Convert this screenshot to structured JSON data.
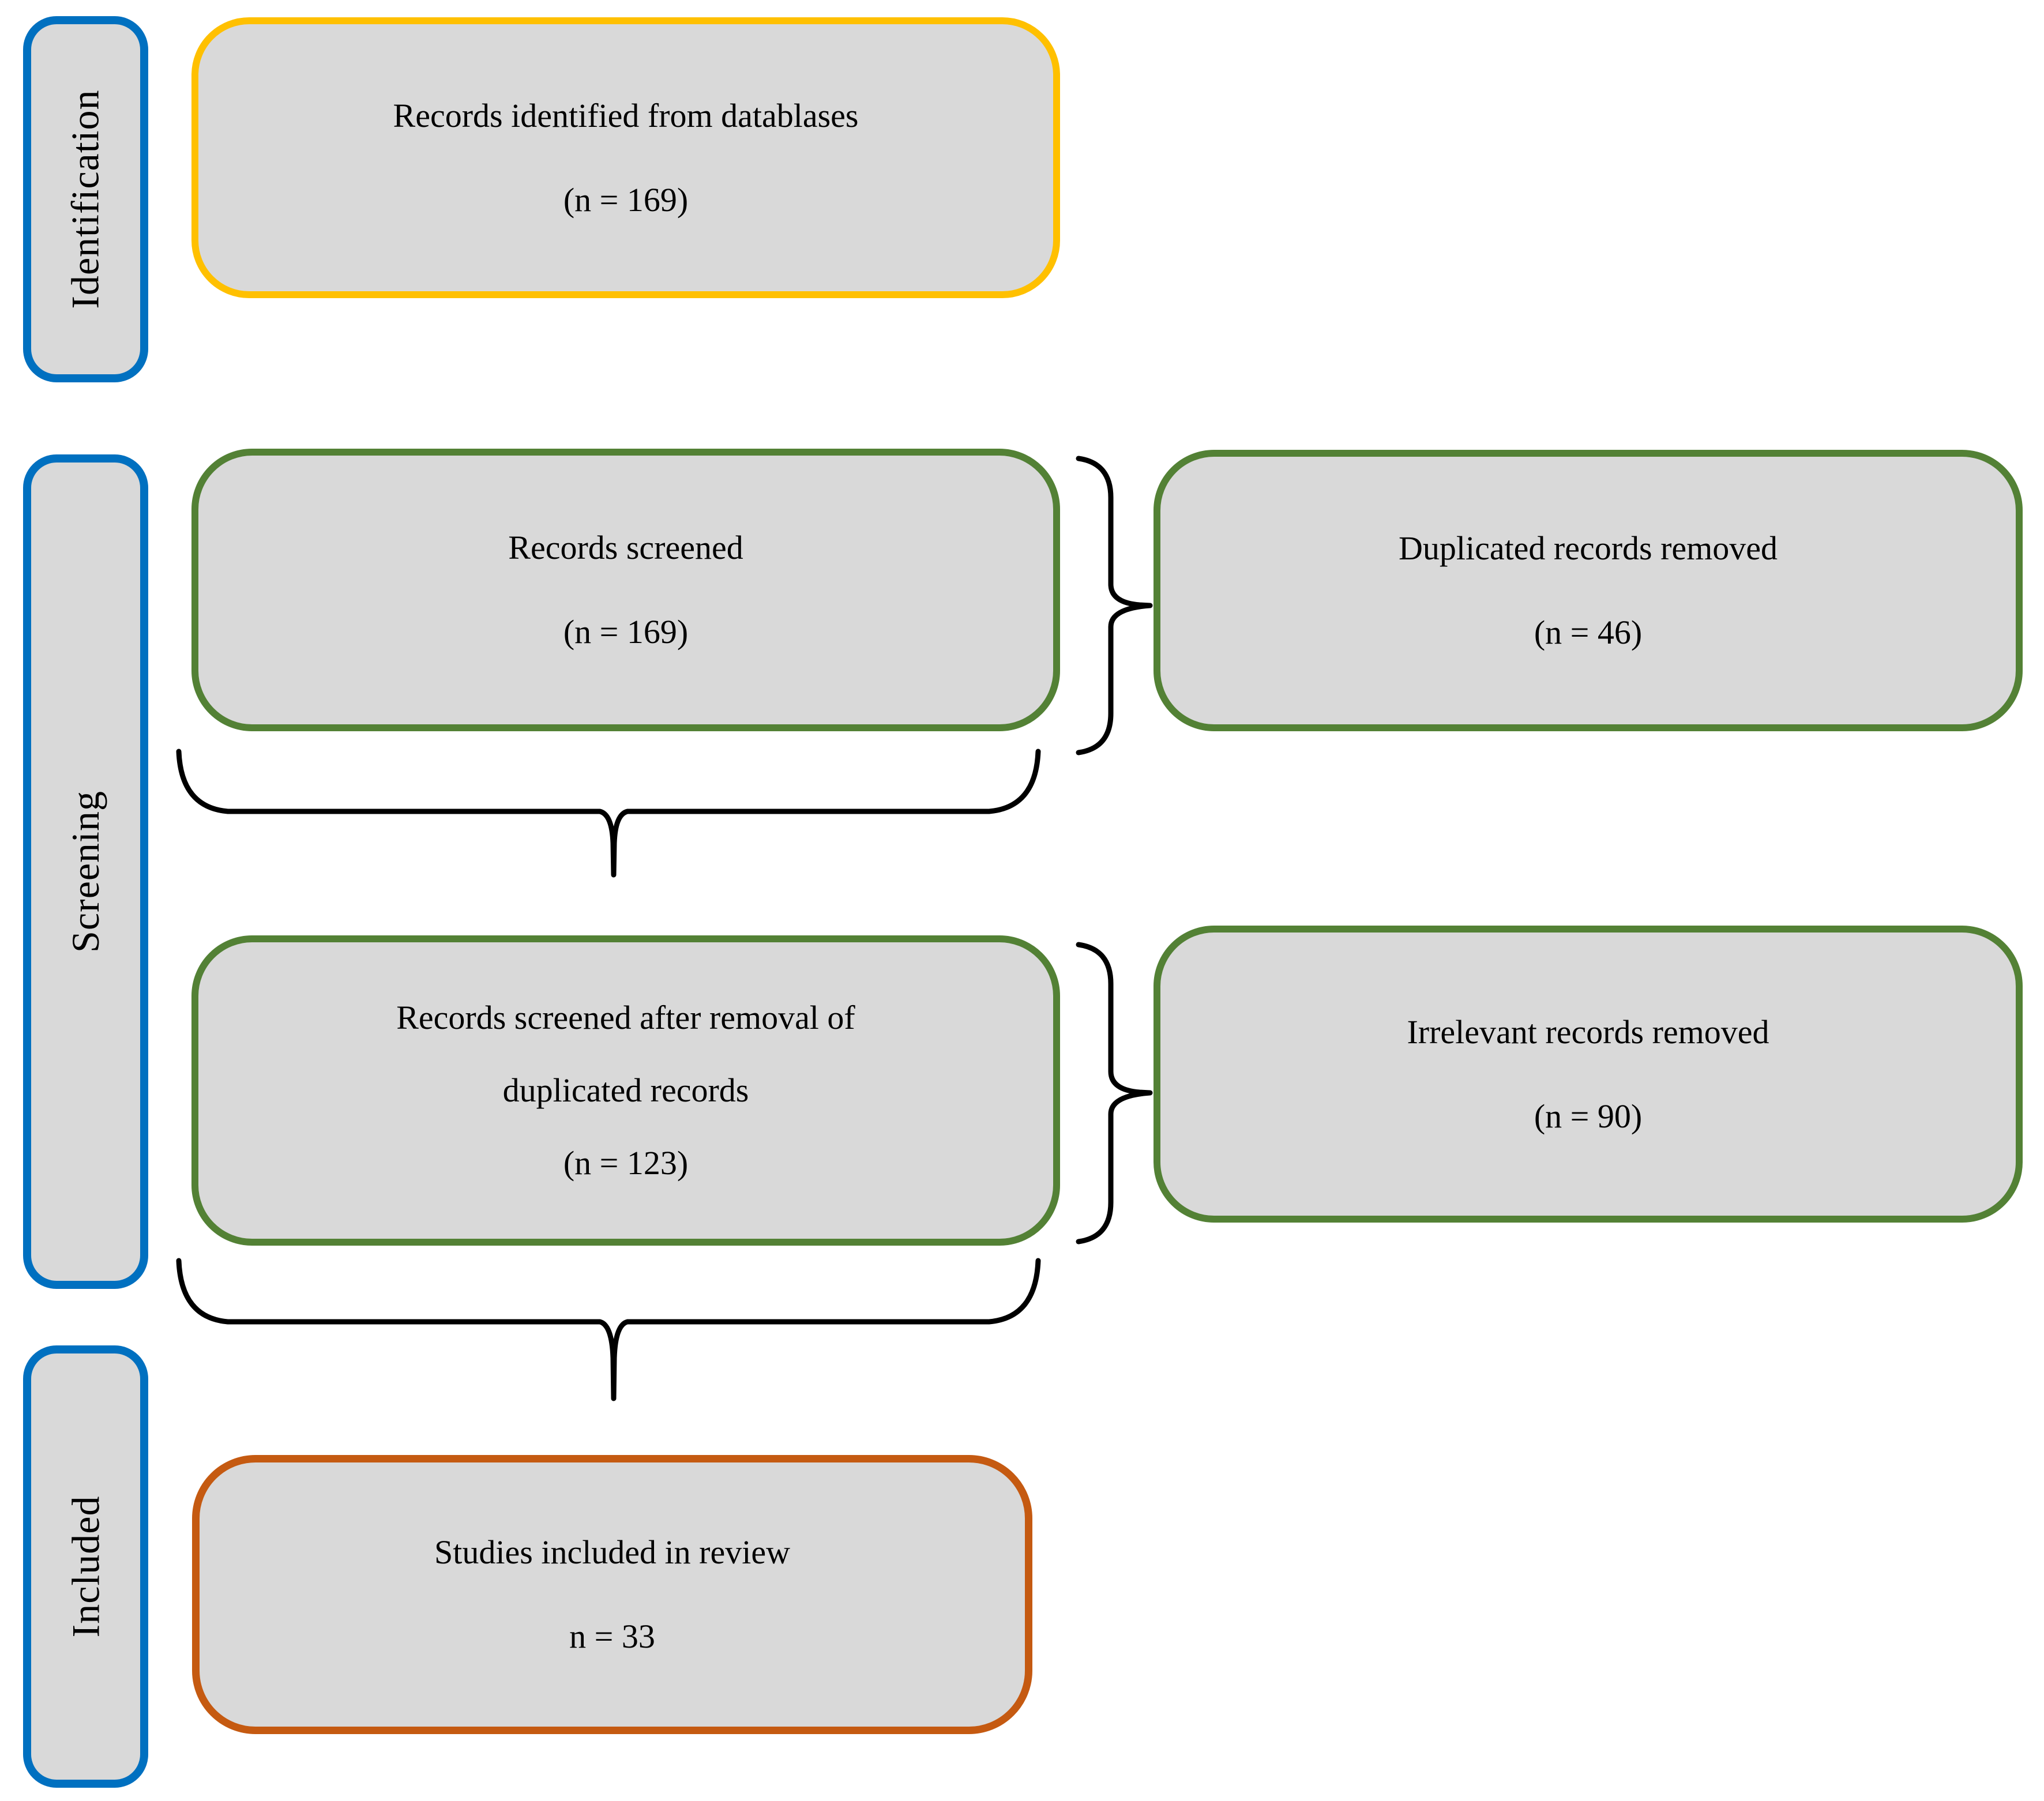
{
  "figure": {
    "kind": "prisma-flow-diagram",
    "stages": [
      {
        "id": "identification",
        "label": "Identification"
      },
      {
        "id": "screening",
        "label": "Screening"
      },
      {
        "id": "included",
        "label": "Included"
      }
    ],
    "boxes": {
      "identified": {
        "lines": [
          "Records identified from datablases",
          "(n = 169)"
        ]
      },
      "screened": {
        "lines": [
          "Records screened",
          "(n = 169)"
        ]
      },
      "duplicates_removed": {
        "lines": [
          "Duplicated records removed",
          "(n = 46)"
        ]
      },
      "screened_after_removal": {
        "lines": [
          "Records screened after removal of",
          "duplicated records",
          "(n = 123)"
        ]
      },
      "irrelevant_removed": {
        "lines": [
          "Irrelevant records removed",
          "(n = 90)"
        ]
      },
      "studies_included": {
        "lines": [
          "Studies included in review",
          "n = 33"
        ]
      }
    },
    "counts": {
      "identified": 169,
      "screened": 169,
      "duplicates_removed": 46,
      "screened_after_removal": 123,
      "irrelevant_removed": 90,
      "included": 33
    },
    "colors": {
      "stage_border_blue": "#0070C0",
      "identification_box_border_gold": "#FFC000",
      "screening_box_border_green": "#538135",
      "included_box_border_orange": "#C55A11",
      "box_fill_gray": "#D9D9D9",
      "connector_black": "#000000",
      "text_black": "#000000"
    }
  }
}
